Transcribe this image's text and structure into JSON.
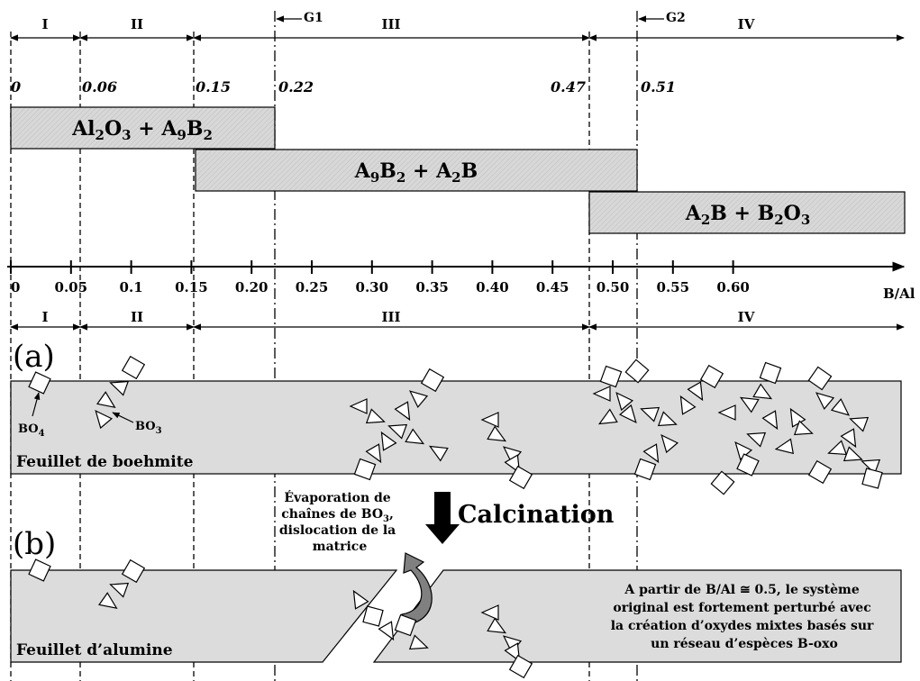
{
  "top_regions": [
    "I",
    "II",
    "III",
    "IV"
  ],
  "bottom_regions": [
    "I",
    "II",
    "III",
    "IV"
  ],
  "markers": [
    "G1",
    "G2"
  ],
  "boundary_values": [
    "0",
    "0.06",
    "0.15",
    "0.22",
    "0.47",
    "0.51"
  ],
  "phase_bars": [
    {
      "base": "Al",
      "sub1": "2",
      "mid1": "O",
      "sub2": "3",
      "mid2": " + A",
      "sub3": "9",
      "mid3": "B",
      "sub4": "2",
      "tail": ""
    },
    {
      "base": "A",
      "sub1": "9",
      "mid1": "B",
      "sub2": "2",
      "mid2": " + A",
      "sub3": "",
      "mid3": "",
      "sub4": "2",
      "tail": "B"
    },
    {
      "base": "A",
      "sub1": "2",
      "mid1": "B + B",
      "sub2": "2",
      "mid2": "O",
      "sub3": "3",
      "mid3": "",
      "sub4": "",
      "tail": ""
    }
  ],
  "axis": {
    "ticks": [
      "0",
      "0.05",
      "0.1",
      "0.15",
      "0.20",
      "0.25",
      "0.30",
      "0.35",
      "0.40",
      "0.45",
      "0.50",
      "0.55",
      "0.60"
    ],
    "label": "B/Al"
  },
  "panel_a": {
    "letter": "(a)",
    "bo4": "BO",
    "bo4_sub": "4",
    "bo3": "BO",
    "bo3_sub": "3",
    "sheet_label": "Feuillet de boehmite"
  },
  "calcination": "Calcination",
  "evaporation": {
    "line1": "Évaporation de",
    "line2_pre": "chaînes de BO",
    "line2_sub": "3",
    "line2_post": ",",
    "line3": "dislocation de la",
    "line4": "matrice"
  },
  "panel_b": {
    "letter": "(b)",
    "sheet_label": "Feuillet d’alumine",
    "note": [
      "A partir de B/Al ≅ 0.5, le système",
      "original est fortement perturbé avec",
      "la création d’oxydes mixtes basés sur",
      "un réseau d’espèces B-oxo"
    ]
  },
  "colors": {
    "bar_fill": "#d8d8d8",
    "sheet_fill": "#dcdcdc",
    "arrow_fill": "#808080"
  }
}
